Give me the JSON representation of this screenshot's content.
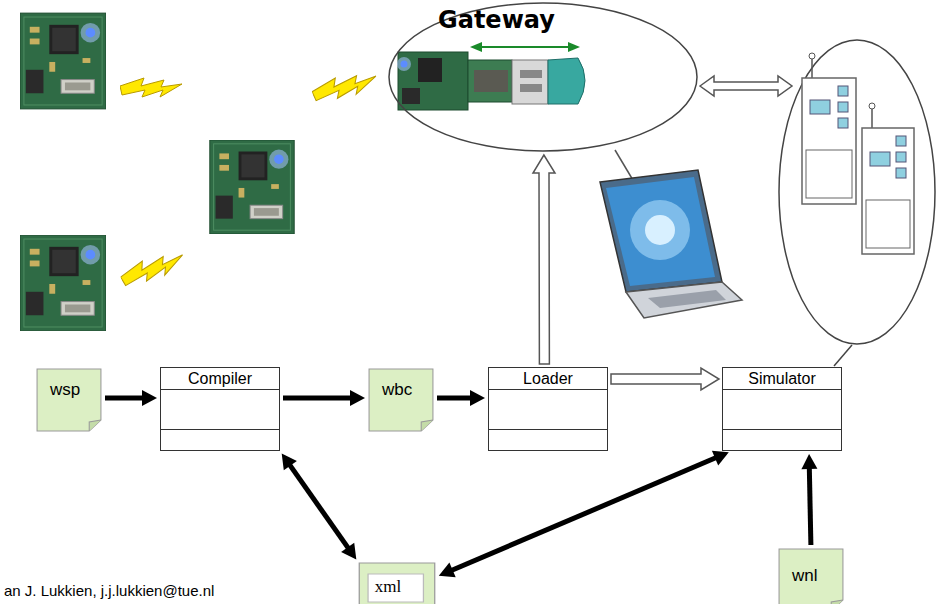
{
  "diagram": {
    "nodes": [
      {
        "text": [
          "Gateway"
        ]
      },
      {
        "text": [
          "wsp"
        ]
      },
      {
        "text": [
          "Compiler"
        ]
      },
      {
        "text": [
          "wbc"
        ]
      },
      {
        "text": [
          "Loader"
        ]
      },
      {
        "text": [
          "Simulator"
        ]
      },
      {
        "text": [
          "xml"
        ]
      },
      {
        "text": [
          "wnl"
        ]
      }
    ],
    "edges": [
      {
        "from": 1,
        "to": 2,
        "arrow": "to"
      },
      {
        "from": 2,
        "to": 3,
        "arrow": "to"
      },
      {
        "from": 3,
        "to": 4,
        "arrow": "to"
      },
      {
        "from": 4,
        "to": 5,
        "arrow": "to"
      },
      {
        "from": 4,
        "to": 0,
        "arrow": "to"
      },
      {
        "from": 2,
        "to": 6,
        "arrow": "both"
      },
      {
        "from": 6,
        "to": 5,
        "arrow": "both"
      },
      {
        "from": 7,
        "to": 5,
        "arrow": "to"
      }
    ],
    "labels": [
      "an J. Lukkien, j.j.lukkien@tue.nl"
    ]
  }
}
